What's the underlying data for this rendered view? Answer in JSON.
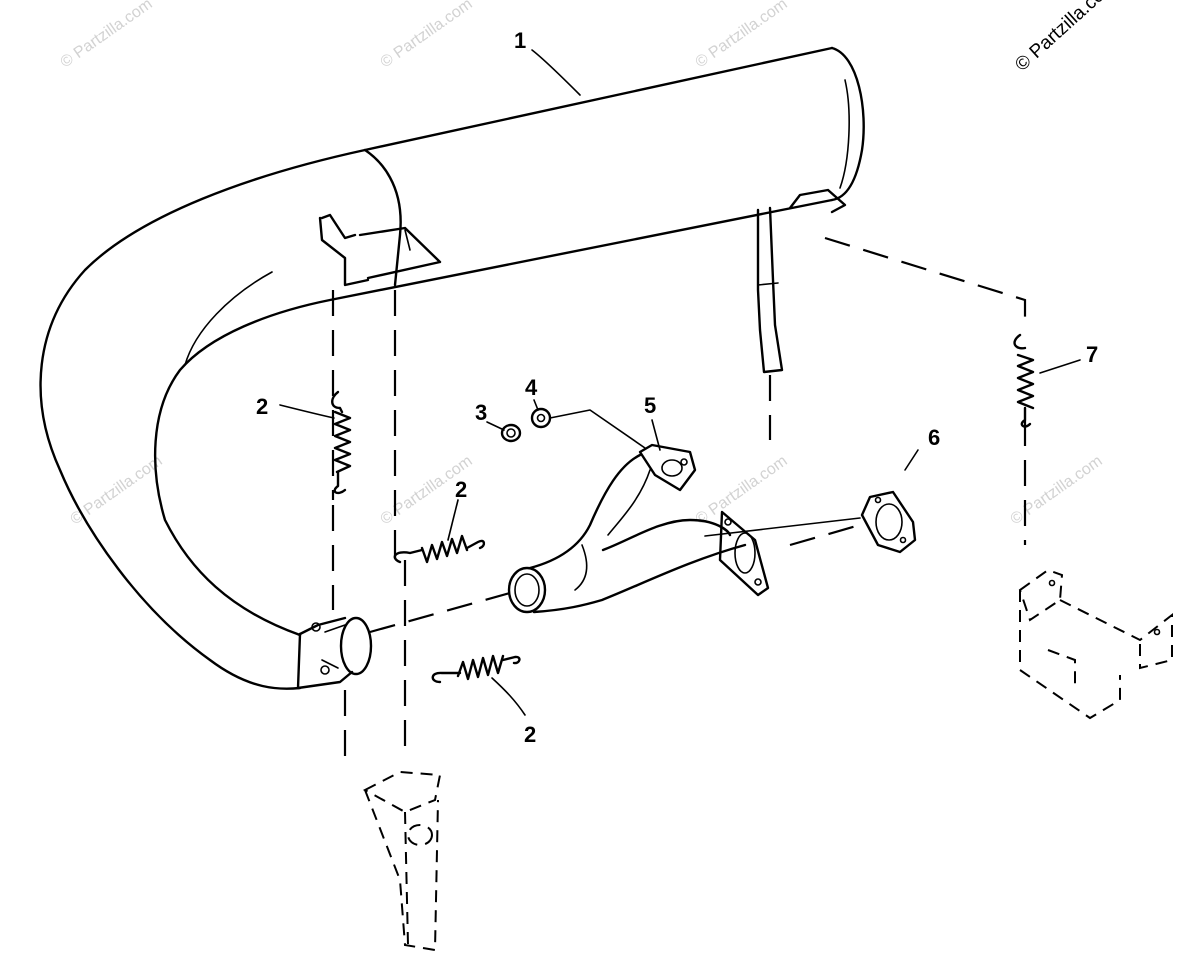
{
  "copyright": "© Partzilla.com",
  "watermark": "© Partzilla.com",
  "callouts": {
    "muffler": "1",
    "spring_left": "2",
    "spring_center": "2",
    "spring_lower": "2",
    "nut": "3",
    "washer": "4",
    "y_pipe": "5",
    "gasket": "6",
    "spring_right": "7"
  }
}
